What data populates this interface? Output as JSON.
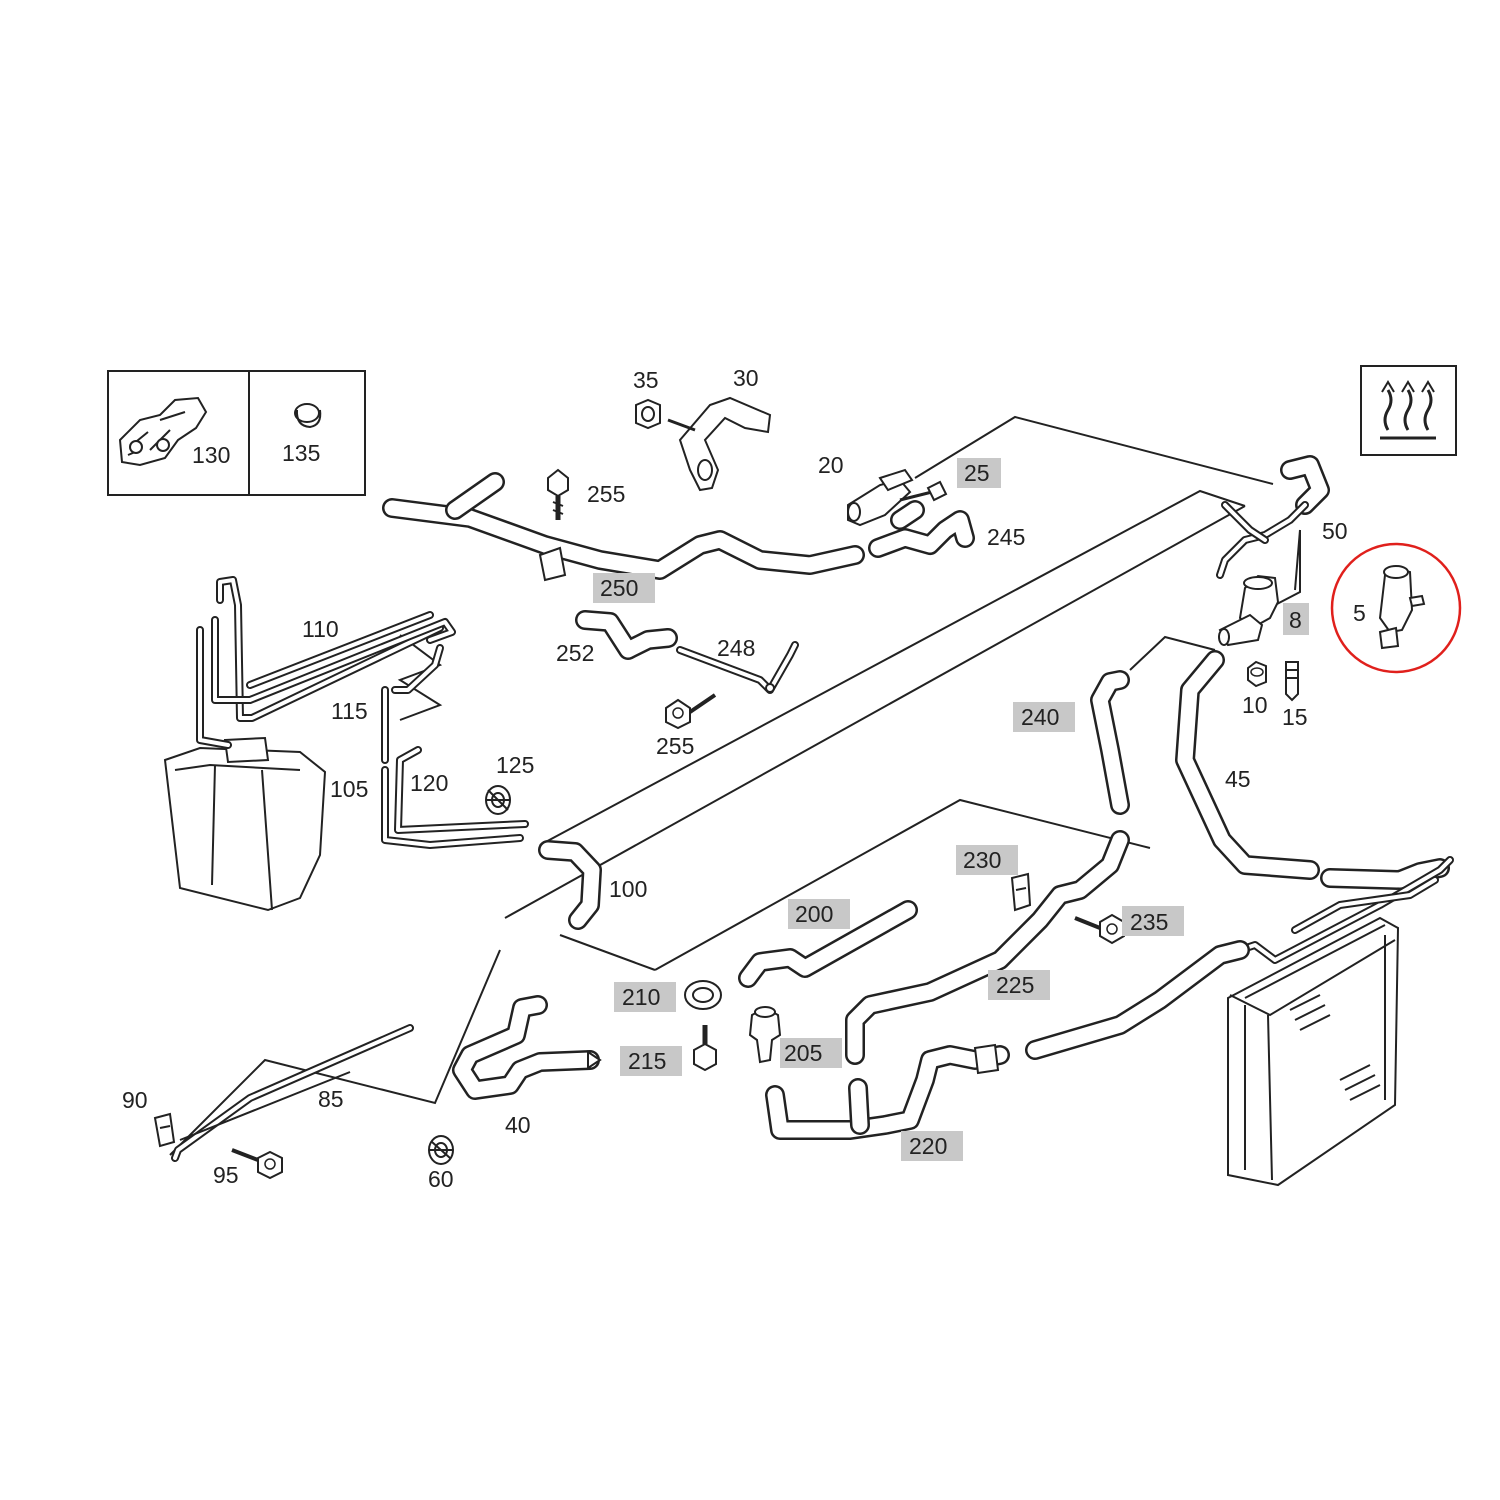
{
  "colors": {
    "line": "#222222",
    "label_highlight": "#c8c8c8",
    "selection_circle": "#e0201c",
    "background": "#ffffff"
  },
  "inset_box": {
    "label_130": "130",
    "label_135": "135"
  },
  "symbol_box": {
    "icon": "heating-symbol-icon"
  },
  "labels": {
    "l35": "35",
    "l30": "30",
    "l20": "20",
    "l25": "25",
    "l255a": "255",
    "l245": "245",
    "l50": "50",
    "l5": "5",
    "l8": "8",
    "l250": "250",
    "l252": "252",
    "l248": "248",
    "l255b": "255",
    "l110": "110",
    "l115": "115",
    "l105": "105",
    "l120": "120",
    "l125": "125",
    "l10": "10",
    "l15": "15",
    "l240": "240",
    "l45": "45",
    "l100": "100",
    "l230": "230",
    "l235": "235",
    "l200": "200",
    "l225": "225",
    "l210": "210",
    "l215": "215",
    "l205": "205",
    "l220": "220",
    "l90": "90",
    "l85": "85",
    "l40": "40",
    "l95": "95",
    "l60": "60"
  },
  "highlighted_labels": [
    "25",
    "8",
    "250",
    "240",
    "230",
    "235",
    "200",
    "225",
    "210",
    "215",
    "205",
    "220"
  ],
  "selected_part": "5"
}
